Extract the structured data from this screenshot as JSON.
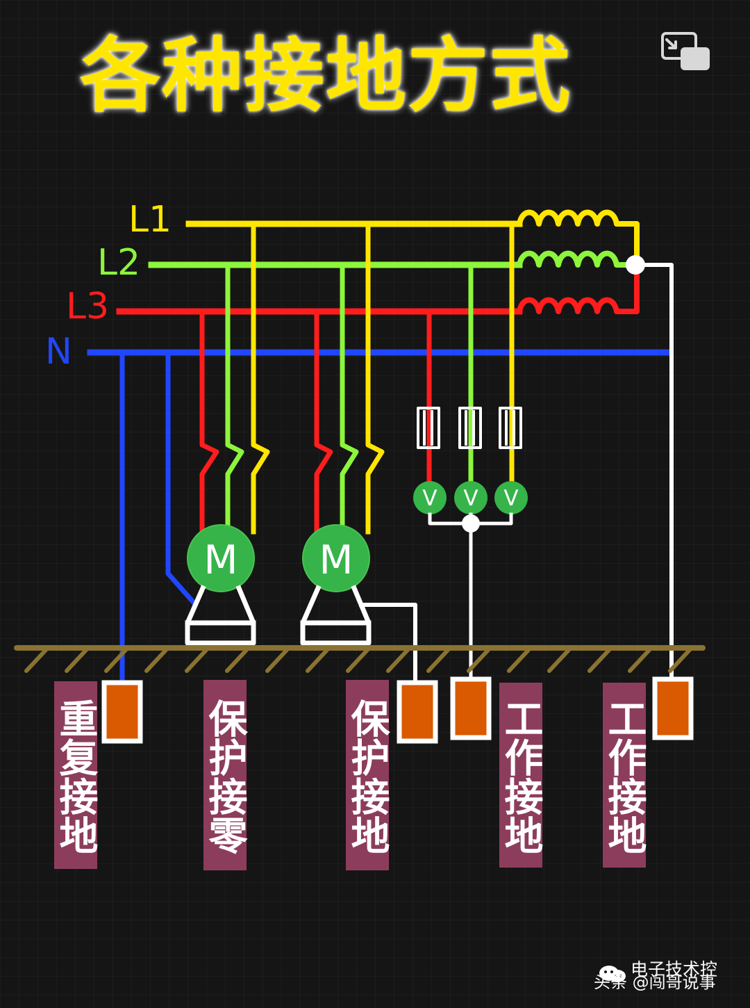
{
  "title": "各种接地方式",
  "phase_labels": {
    "l1": "L1",
    "l2": "L2",
    "l3": "L3",
    "n": "N"
  },
  "components": {
    "motor_label": "M",
    "meter_label": "V"
  },
  "grounding_labels": [
    "重复接地",
    "保护接零",
    "保护接地",
    "工作接地",
    "工作接地"
  ],
  "watermark": {
    "line1": "电子技术控",
    "line2": "头条 @闯哥说事"
  },
  "colors": {
    "background": "#151515",
    "title": "#ffe600",
    "l1": "#ffe600",
    "l2": "#8df53c",
    "l3": "#ff1d1d",
    "n": "#2146ff",
    "motor": "#36b44a",
    "ground": "#8a7331",
    "electrode": "#d95a00",
    "tag": "#8d3d5c"
  },
  "icons": {
    "picture_in_picture": "picture-in-picture-icon",
    "watermark": "toutiao-icon"
  }
}
